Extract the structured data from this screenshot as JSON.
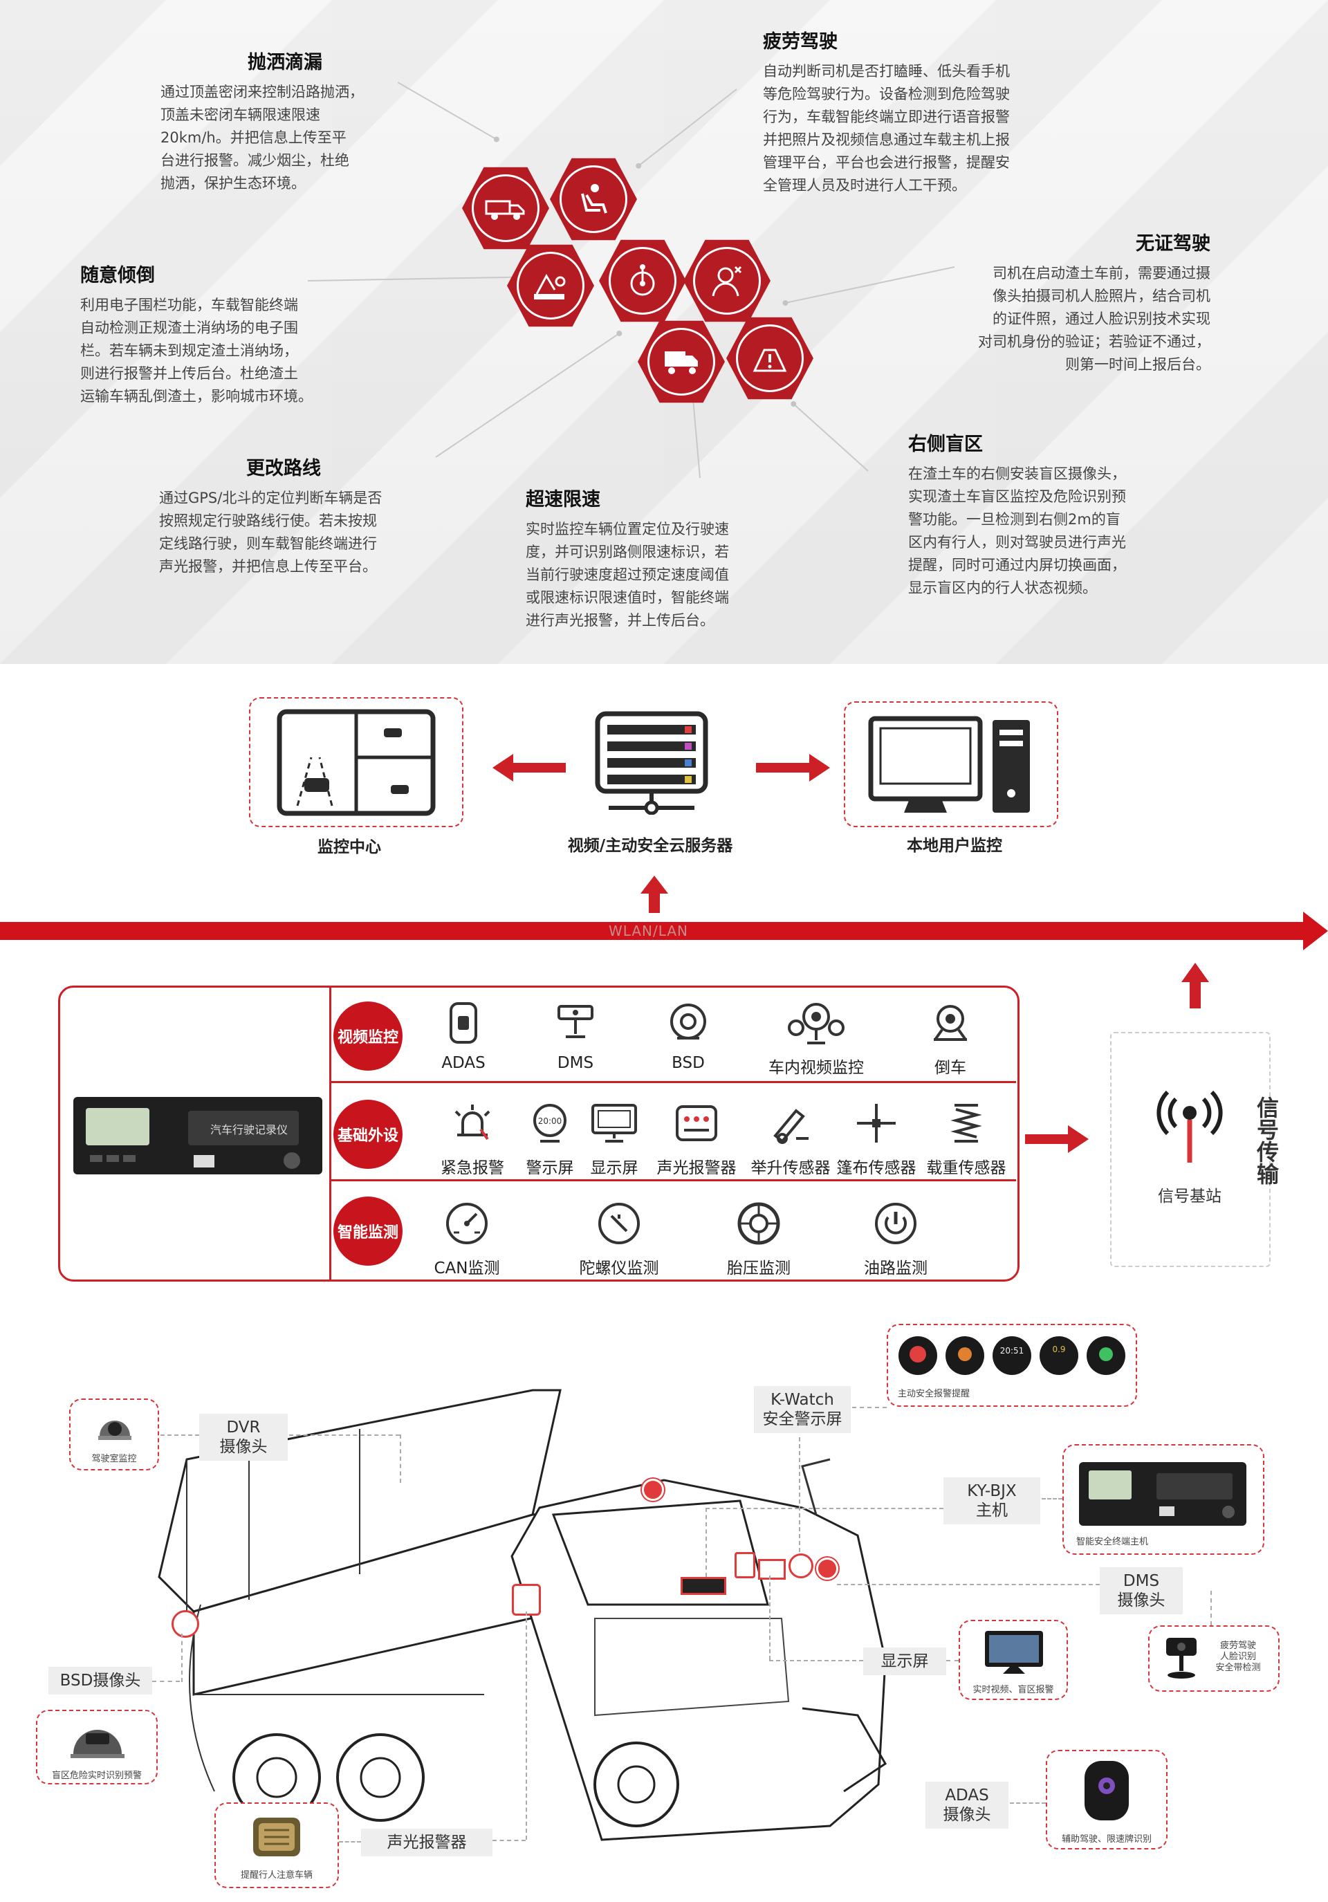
{
  "features": [
    {
      "id": "spill",
      "title": "抛洒滴漏",
      "lines": [
        "通过顶盖密闭来控制沿路抛洒，",
        "顶盖未密闭车辆限速限速",
        "20km/h。并把信息上传至平",
        "台进行报警。减少烟尘，杜绝",
        "抛洒，保护生态环境。"
      ]
    },
    {
      "id": "fatigue",
      "title": "疲劳驾驶",
      "lines": [
        "自动判断司机是否打瞌睡、低头看手机",
        "等危险驾驶行为。设备检测到危险驾驶",
        "行为，车载智能终端立即进行语音报警",
        "并把照片及视频信息通过车载主机上报",
        "管理平台，平台也会进行报警，提醒安",
        "全管理人员及时进行人工干预。"
      ]
    },
    {
      "id": "dump",
      "title": "随意倾倒",
      "lines": [
        "利用电子围栏功能，车载智能终端",
        "自动检测正规渣土消纳场的电子围",
        "栏。若车辆未到规定渣土消纳场，",
        "则进行报警并上传后台。杜绝渣土",
        "运输车辆乱倒渣土，影响城市环境。"
      ]
    },
    {
      "id": "nolicense",
      "title": "无证驾驶",
      "lines": [
        "司机在启动渣土车前，需要通过摄",
        "像头拍摄司机人脸照片，结合司机",
        "的证件照，通过人脸识别技术实现",
        "对司机身份的验证；若验证不通过，",
        "则第一时间上报后台。"
      ]
    },
    {
      "id": "route",
      "title": "更改路线",
      "lines": [
        "通过GPS/北斗的定位判断车辆是否",
        "按照规定行驶路线行使。若未按规",
        "定线路行驶，则车载智能终端进行",
        "声光报警，并把信息上传至平台。"
      ]
    },
    {
      "id": "speed",
      "title": "超速限速",
      "lines": [
        "实时监控车辆位置定位及行驶速",
        "度，并可识别路侧限速标识，若",
        "当前行驶速度超过预定速度阈值",
        "或限速标识限速值时，智能终端",
        "进行声光报警，并上传后台。"
      ]
    },
    {
      "id": "blind",
      "title": "右侧盲区",
      "lines": [
        "在渣土车的右侧安装盲区摄像头，",
        "实现渣土车盲区监控及危险识别预",
        "警功能。一旦检测到右侧2m的盲",
        "区内有行人，则对驾驶员进行声光",
        "提醒，同时可通过内屏切换画面，",
        "显示盲区内的行人状态视频。"
      ]
    }
  ],
  "hex_icons": [
    "dump-truck-icon",
    "fatigue-seat-icon",
    "dumping-icon",
    "steering-icon",
    "driver-face-icon",
    "truck-route-icon",
    "speed-warning-icon"
  ],
  "network": {
    "monitor_center": "监控中心",
    "cloud_server": "视频/主动安全云服务器",
    "local_user": "本地用户监控",
    "bus_label": "WLAN/LAN",
    "signal_station": "信号基站",
    "signal_transfer": "信号传输",
    "recorder_screen_text": "汽车行驶记录仪"
  },
  "categories": [
    {
      "label": "视频监控",
      "devices": [
        "ADAS",
        "DMS",
        "BSD",
        "车内视频监控",
        "倒车"
      ]
    },
    {
      "label": "基础外设",
      "devices": [
        "紧急报警",
        "警示屏",
        "显示屏",
        "声光报警器",
        "举升传感器",
        "篷布传感器",
        "载重传感器"
      ]
    },
    {
      "label": "智能监测",
      "devices": [
        "CAN监测",
        "陀螺仪监测",
        "胎压监测",
        "油路监测"
      ]
    }
  ],
  "vehicle": {
    "dvr_tag": "DVR\n摄像头",
    "dvr_sub": "驾驶室监控",
    "kwatch_tag": "K-Watch\n安全警示屏",
    "kwatch_sub": "主动安全报警提醒",
    "kwatch_readouts": [
      "",
      "",
      "20:51",
      "0.9",
      ""
    ],
    "host_tag": "KY-BJX\n主机",
    "host_sub": "智能安全终端主机",
    "dms_tag": "DMS\n摄像头",
    "dms_sub": "疲劳驾驶\n人脸识别\n安全带检测",
    "display_tag": "显示屏",
    "display_sub": "实时视频、盲区报警",
    "bsd_tag": "BSD摄像头",
    "bsd_sub": "盲区危险实时识别预警",
    "adas_tag": "ADAS\n摄像头",
    "adas_sub": "辅助驾驶、限速牌识别",
    "alarm_tag": "声光报警器",
    "alarm_sub": "提醒行人注意车辆"
  },
  "colors": {
    "accent": "#cc1f26",
    "hex_red": "#b41b22",
    "bus_red": "#d1121a"
  }
}
